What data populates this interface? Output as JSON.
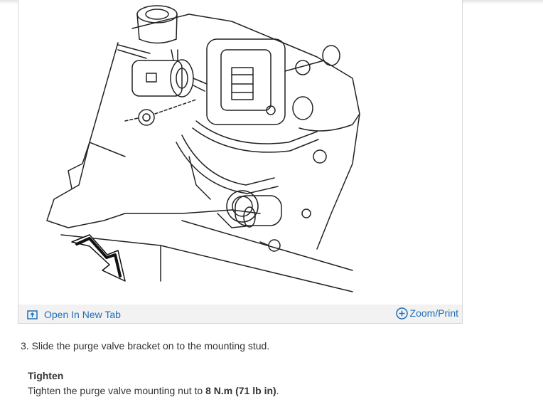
{
  "figure": {
    "open_tab_label": "Open In New Tab",
    "zoom_label": "Zoom/Print",
    "link_color": "#1f6fb8",
    "open_tab_icon": "open-in-new-tab-icon",
    "zoom_icon": "plus-circle-icon"
  },
  "instructions": {
    "step": "3. Slide the purge valve bracket on to the mounting stud.",
    "tighten_heading": "Tighten",
    "tighten_prefix": "Tighten the purge valve mounting nut to ",
    "tighten_torque": "8 N.m (71 lb in)",
    "tighten_suffix": "."
  }
}
